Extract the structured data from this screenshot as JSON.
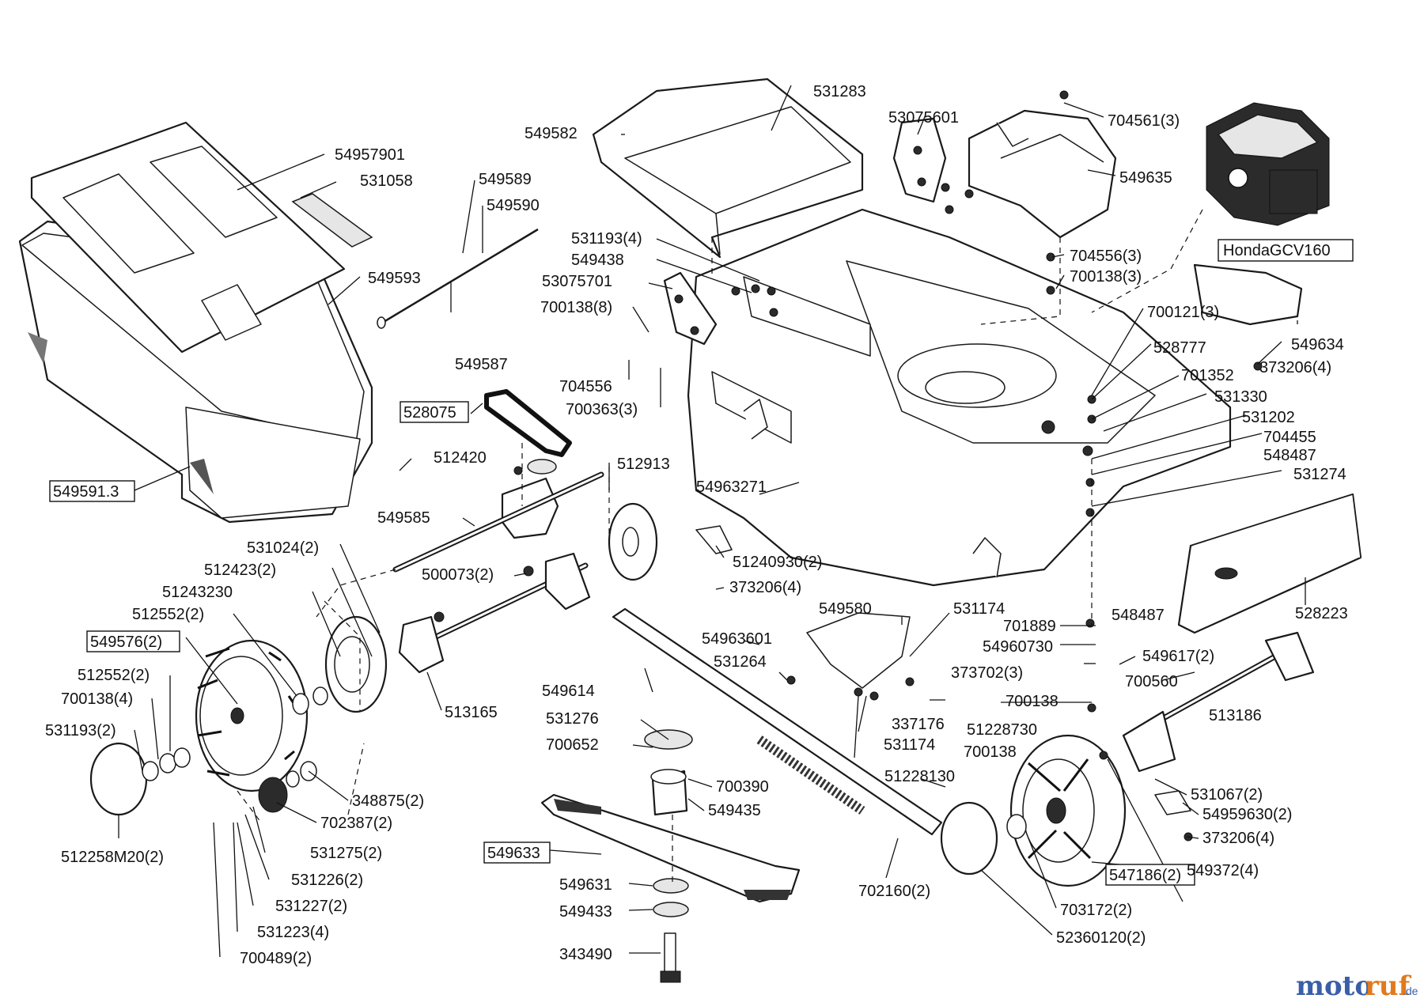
{
  "labels": {
    "l549591_3": "549591.3",
    "l54957901": "54957901",
    "l531058": "531058",
    "l549593": "549593",
    "l549589": "549589",
    "l549590": "549590",
    "l549587": "549587",
    "l528075": "528075",
    "l512420": "512420",
    "l549585": "549585",
    "l512913": "512913",
    "l549582": "549582",
    "l531283": "531283",
    "l531193_4": "531193(4)",
    "l549438": "549438",
    "l53075701": "53075701",
    "l700138_8": "700138(8)",
    "l704556": "704556",
    "l700363_3": "700363(3)",
    "l53075601": "53075601",
    "l704561_3": "704561(3)",
    "l549635": "549635",
    "l704556_3": "704556(3)",
    "l700138_3": "700138(3)",
    "honda": "HondaGCV160",
    "l549634": "549634",
    "l373206_4a": "373206(4)",
    "l700121_3": "700121(3)",
    "l528777": "528777",
    "l701352": "701352",
    "l531330": "531330",
    "l531202": "531202",
    "l704455": "704455",
    "l548487a": "548487",
    "l531274": "531274",
    "l54963271": "54963271",
    "l528223": "528223",
    "l531024_2": "531024(2)",
    "l512423_2": "512423(2)",
    "l51243230": "51243230",
    "l512552_2a": "512552(2)",
    "l549576_2": "549576(2)",
    "l512552_2b": "512552(2)",
    "l700138_4": "700138(4)",
    "l531193_2": "531193(2)",
    "l512258M20_2": "512258M20(2)",
    "l500073_2": "500073(2)",
    "l51240930_2": "51240930(2)",
    "l373206_4b": "373206(4)",
    "l513165": "513165",
    "l348875_2": "348875(2)",
    "l702387_2": "702387(2)",
    "l531275_2": "531275(2)",
    "l531226_2": "531226(2)",
    "l531227_2": "531227(2)",
    "l531223_4": "531223(4)",
    "l700489_2": "700489(2)",
    "l549580": "549580",
    "l531174a": "531174",
    "l548487b": "548487",
    "l701889": "701889",
    "l54963601": "54963601",
    "l531264": "531264",
    "l54960730": "54960730",
    "l549617_2": "549617(2)",
    "l373702_3": "373702(3)",
    "l700560": "700560",
    "l549614": "549614",
    "l700138a": "700138",
    "l337176": "337176",
    "l513186": "513186",
    "l531276": "531276",
    "l51228730": "51228730",
    "l531174b": "531174",
    "l700652": "700652",
    "l700138b": "700138",
    "l700390": "700390",
    "l549435": "549435",
    "l51228130": "51228130",
    "l531067_2": "531067(2)",
    "l54959630_2": "54959630(2)",
    "l373206_4c": "373206(4)",
    "l549633": "549633",
    "l549631": "549631",
    "l549433": "549433",
    "l343490": "343490",
    "l702160_2": "702160(2)",
    "l547186_2": "547186(2)",
    "l549372_4": "549372(4)",
    "l703172_2": "703172(2)",
    "l52360120_2": "52360120(2)"
  },
  "watermark": {
    "part1": "moto",
    "part2": "ruf",
    "suffix": ".de",
    "colors": {
      "blue": "#3a5fa8",
      "orange": "#e07a1e"
    }
  }
}
